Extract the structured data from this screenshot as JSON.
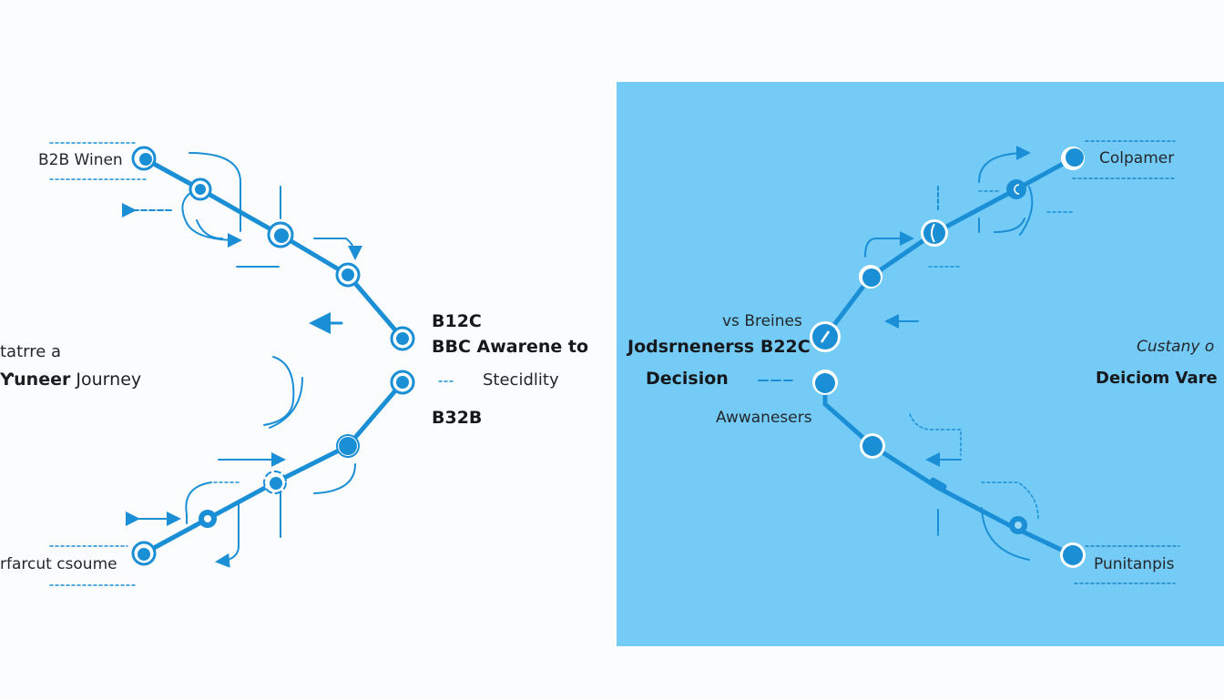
{
  "colors": {
    "background": "#fbfcfd",
    "panel_right": "#74ccf6",
    "accent_blue": "#1b8fd6",
    "node_white": "#ffffff",
    "text_dark": "#15181c"
  },
  "left_panel": {
    "title_line1": "tatrre a",
    "title_line2_bold": "Ƴuneer",
    "title_line2_regular": "Journey",
    "top_label": "B2B Winen",
    "bottom_label": "rfarcut csoume",
    "center_labels": {
      "line1": "B12C",
      "line2": "BBC Awarene to",
      "line3": "Stecidlity",
      "line4": "B32B"
    }
  },
  "right_panel": {
    "top_label": "Colpamer",
    "bottom_label": "Punitanpis",
    "left_labels": {
      "line1": "vs Breines",
      "line2": "Jodsrnenerss B22C",
      "line3": "Decision",
      "line4": "Awwanesers"
    },
    "right_labels": {
      "line1": "Custany o",
      "line2": "Deiciom Vare"
    }
  },
  "icons": {
    "left_nodes": [
      "node-icon",
      "node-icon",
      "node-icon",
      "node-icon",
      "node-icon",
      "node-icon",
      "node-icon",
      "node-icon",
      "node-icon"
    ],
    "right_nodes": [
      "node-icon",
      "node-icon",
      "node-icon",
      "node-icon",
      "node-icon",
      "node-icon",
      "node-icon",
      "node-icon",
      "node-icon"
    ]
  }
}
